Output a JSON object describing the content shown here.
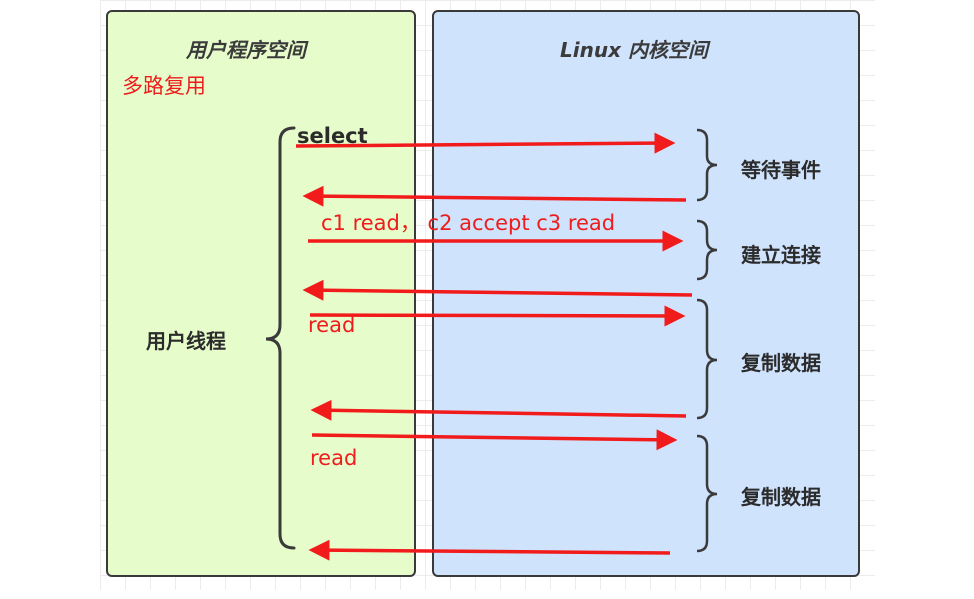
{
  "panels": {
    "user_title": "用户程序空间",
    "kernel_title": "Linux 内核空间"
  },
  "user": {
    "multiplex_label": "多路复用",
    "select_label": "select",
    "ops_label": "c1 read，  c2 accept c3 read",
    "read_label_1": "read",
    "read_label_2": "read",
    "thread_label": "用户线程"
  },
  "kernel": {
    "stage_1": "等待事件",
    "stage_2": "建立连接",
    "stage_3": "复制数据",
    "stage_4": "复制数据"
  },
  "colors": {
    "arrow": "#f21b1b",
    "user_bg": "#e7fccb",
    "kernel_bg": "#cfe3fd",
    "border": "#3a3a3a"
  }
}
